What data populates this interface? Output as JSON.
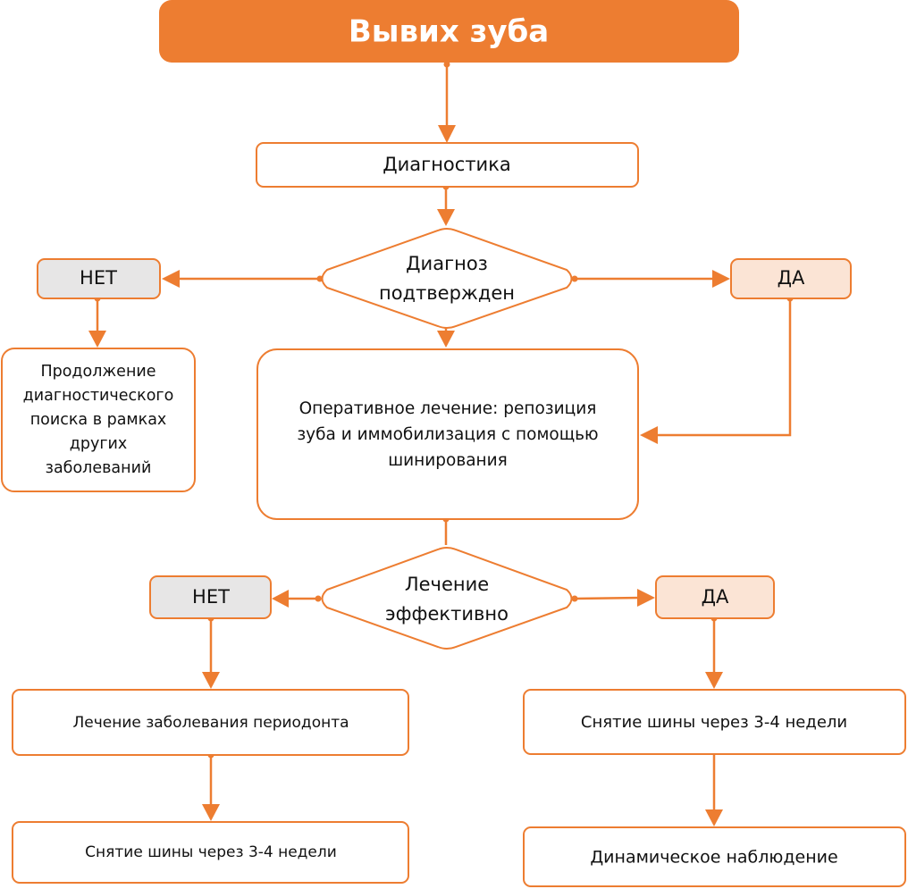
{
  "title": "Вывих зуба",
  "colors": {
    "accent": "#ED7D31",
    "no_fill": "#E7E6E6",
    "yes_fill": "#FBE4D5"
  },
  "nodes": {
    "diagnostics": "Диагностика",
    "decision1": [
      "Диагноз",
      "подтвержден"
    ],
    "no1": "НЕТ",
    "yes1": "ДА",
    "continue_search": [
      "Продолжение",
      "диагностического",
      "поиска в рамках",
      "других",
      "заболеваний"
    ],
    "operative": [
      "Оперативное лечение: репозиция",
      "зуба и иммобилизация с помощью",
      "шинирования"
    ],
    "decision2": [
      "Лечение",
      "эффективно"
    ],
    "no2": "НЕТ",
    "yes2": "ДА",
    "periodont": "Лечение заболевания периодонта",
    "splint_left": "Снятие шины через 3-4 недели",
    "splint_right": "Снятие шины через 3-4 недели",
    "observation": "Динамическое наблюдение"
  }
}
